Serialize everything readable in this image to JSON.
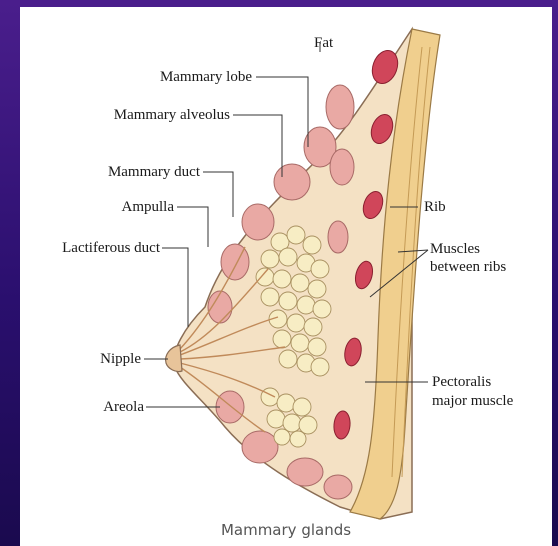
{
  "figure": {
    "caption": "Mammary glands",
    "colors": {
      "background": "#3a1680",
      "skin": "#f2d9b3",
      "lobule": "#e8a9a5",
      "alveolus_cluster": "#f7edc4",
      "muscle": "#f0cf8e",
      "rib": "#d0465a"
    },
    "labels": {
      "fat": "Fat",
      "mammary_lobe": "Mammary lobe",
      "mammary_alveolus": "Mammary alveolus",
      "mammary_duct": "Mammary duct",
      "ampulla": "Ampulla",
      "lactiferous_duct": "Lactiferous duct",
      "nipple": "Nipple",
      "areola": "Areola",
      "rib": "Rib",
      "muscles_between_ribs_1": "Muscles",
      "muscles_between_ribs_2": "between ribs",
      "pectoralis_1": "Pectoralis",
      "pectoralis_2": "major muscle"
    }
  }
}
